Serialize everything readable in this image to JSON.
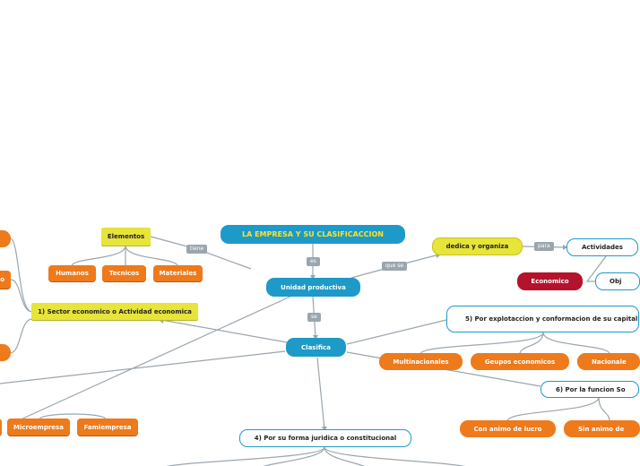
{
  "nodes": {
    "title": "LA EMPRESA Y SU CLASIFICACCION",
    "unidad": "Unidad productiva",
    "clasifica": "Clasifica",
    "elementos": "Elementos",
    "humanos": "Humanos",
    "tecnicos": "Tecnicos",
    "materiales": "Materiales",
    "dedica": "dedica y organiza",
    "actividades": "Actividades",
    "economico": "Economico",
    "obj": "Obj",
    "sector": "1) Sector economico o Actividad economica",
    "explotacion": "5) Por explotaccion y conformacion de su capital",
    "multinacionales": "Multinacionales",
    "grupos": "Geupos economicos",
    "nacionales": "Nacionale",
    "funcion": "6) Por la funcion So",
    "con_animo": "Con animo de lucro",
    "sin_animo": "Sin animo de",
    "juridica": "4) Por su forma juridica o constitucional",
    "microempresa": "Microempresa",
    "famiempresa": "Famiempresa",
    "left_o": "o"
  },
  "labels": {
    "es": "es",
    "se": "se",
    "tiene": "tiene",
    "que_se": "que se",
    "para": "para"
  }
}
